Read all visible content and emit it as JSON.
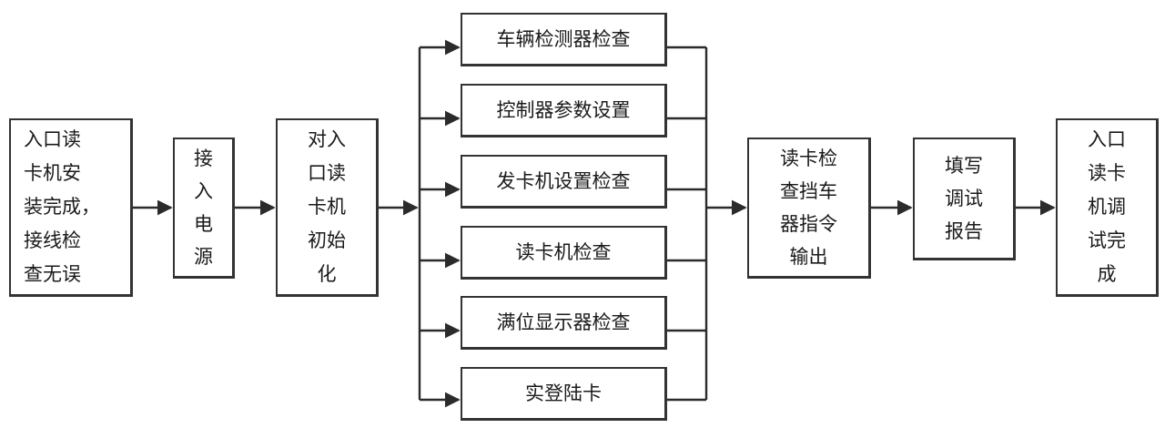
{
  "flow": {
    "start": "入口读\n卡机安\n装完成，\n接线检\n查无误",
    "power": "接\n入\n电\n源",
    "init": "对入\n口读\n卡机\n初始\n化",
    "checks": [
      "车辆检测器检查",
      "控制器参数设置",
      "发卡机设置检查",
      "读卡机检查",
      "满位显示器检查",
      "实登陆卡"
    ],
    "output": "读卡检\n查挡车\n器指令\n输出",
    "report": "填写\n调试\n报告",
    "done": "入口\n读卡\n机调\n试完\n成"
  },
  "colors": {
    "line": "#2b2b2b",
    "border": "#333333",
    "text": "#1a1a1a"
  }
}
